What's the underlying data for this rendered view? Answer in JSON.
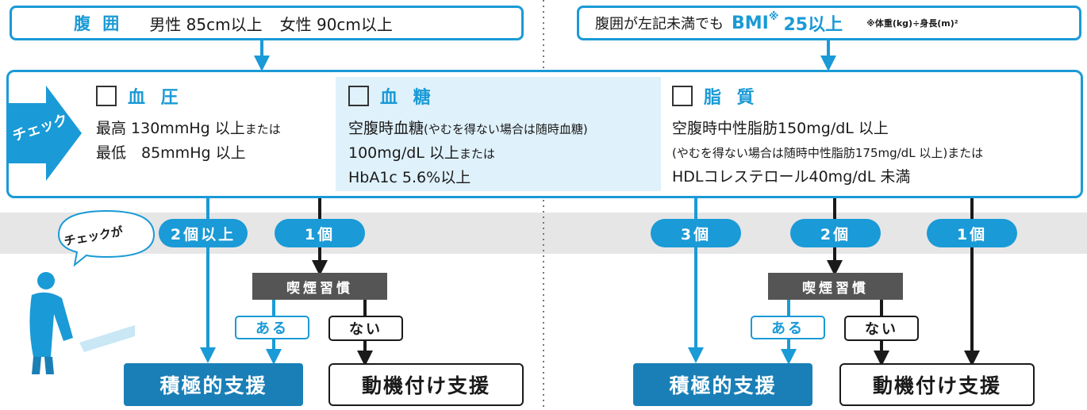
{
  "criteria": {
    "left": {
      "title": "腹 囲",
      "male": "男性 85cm以上",
      "female": "女性 90cm以上"
    },
    "right": {
      "prefix": "腹囲が左記未満でも",
      "bmi": "BMI",
      "mark": "※",
      "value": "25以上",
      "note": "※体重(kg)÷身長(m)²"
    }
  },
  "check_label": "チェック",
  "checks": {
    "bp": {
      "title": "血 圧",
      "lines": [
        "最高 130mmHg 以上",
        "最低　85mmHg 以上"
      ],
      "suffix": "または"
    },
    "sugar": {
      "title": "血 糖",
      "line1": "空腹時血糖",
      "line1_note": "(やむを得ない場合は随時血糖)",
      "line2": "100mg/dL 以上",
      "line2_suffix": "または",
      "line3": "HbA1c 5.6%以上"
    },
    "lipid": {
      "title": "脂 質",
      "line1": "空腹時中性脂肪150mg/dL 以上",
      "line2": "(やむを得ない場合は随時中性脂肪175mg/dL 以上)",
      "line2_suffix": "または",
      "line3": "HDLコレステロール40mg/dL 未満"
    }
  },
  "bubble": "チェックが",
  "counts": {
    "left_many": "2個以上",
    "left_one": "1個",
    "right_three": "3個",
    "right_two": "2個",
    "right_one": "1個"
  },
  "smoking": "喫煙習慣",
  "yes": "ある",
  "no": "ない",
  "results": {
    "active": "積極的支援",
    "motivation": "動機付け支援"
  },
  "colors": {
    "blue": "#1a9ad6",
    "dark_blue": "#1a7fb6",
    "gray_band": "#e6e6e6",
    "smoke_gray": "#555555",
    "sugar_bg": "#dff1fb"
  }
}
